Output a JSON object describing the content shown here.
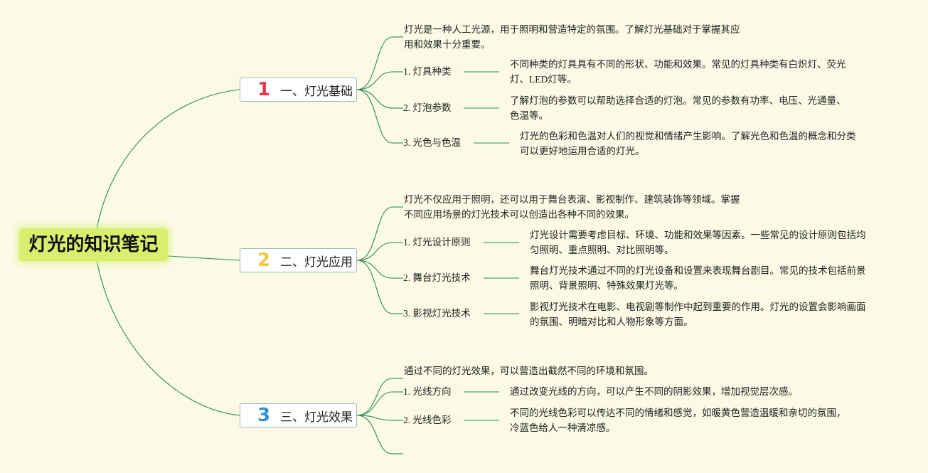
{
  "root": {
    "title": "灯光的知识笔记"
  },
  "branches": [
    {
      "number": "1",
      "number_color": "#e53950",
      "title": "一、灯光基础",
      "intro_lines": [
        "灯光是一种人工光源，用于照明和营造特定的氛围。了解灯光基础对于掌握其应",
        "用和效果十分重要。"
      ],
      "items": [
        {
          "label": "1. 灯具种类",
          "desc_lines": [
            "不同种类的灯具具有不同的形状、功能和效果。常见的灯具种类有白炽灯、荧光",
            "灯、LED灯等。"
          ]
        },
        {
          "label": "2. 灯泡参数",
          "desc_lines": [
            "了解灯泡的参数可以帮助选择合适的灯泡。常见的参数有功率、电压、光通量、",
            "色温等。"
          ]
        },
        {
          "label": "3. 光色与色温",
          "desc_lines": [
            "灯光的色彩和色温对人们的视觉和情绪产生影响。了解光色和色温的概念和分类",
            "可以更好地运用合适的灯光。"
          ]
        }
      ]
    },
    {
      "number": "2",
      "number_color": "#f2c744",
      "title": "二、灯光应用",
      "intro_lines": [
        "灯光不仅应用于照明，还可以用于舞台表演、影视制作、建筑装饰等领域。掌握",
        "不同应用场景的灯光技术可以创造出各种不同的效果。"
      ],
      "items": [
        {
          "label": "1. 灯光设计原则",
          "desc_lines": [
            "灯光设计需要考虑目标、环境、功能和效果等因素。一些常见的设计原则包括均",
            "匀照明、重点照明、对比照明等。"
          ]
        },
        {
          "label": "2. 舞台灯光技术",
          "desc_lines": [
            "舞台灯光技术通过不同的灯光设备和设置来表现舞台剧目。常见的技术包括前景",
            "照明、背景照明、特殊效果灯光等。"
          ]
        },
        {
          "label": "3. 影视灯光技术",
          "desc_lines": [
            "影视灯光技术在电影、电视剧等制作中起到重要的作用。灯光的设置会影响画面",
            "的氛围、明暗对比和人物形象等方面。"
          ]
        }
      ]
    },
    {
      "number": "3",
      "number_color": "#2f8fd8",
      "title": "三、灯光效果",
      "intro_lines": [
        "通过不同的灯光效果，可以营造出截然不同的环境和氛围。"
      ],
      "items": [
        {
          "label": "1. 光线方向",
          "desc_lines": [
            "通过改变光线的方向，可以产生不同的阴影效果，增加视觉层次感。"
          ]
        },
        {
          "label": "2. 光线色彩",
          "desc_lines": [
            "不同的光线色彩可以传达不同的情绪和感觉，如暖黄色营造温暖和亲切的氛围，",
            "冷蓝色给人一种清凉感。"
          ]
        }
      ]
    }
  ],
  "line_color": "#2e8b57"
}
